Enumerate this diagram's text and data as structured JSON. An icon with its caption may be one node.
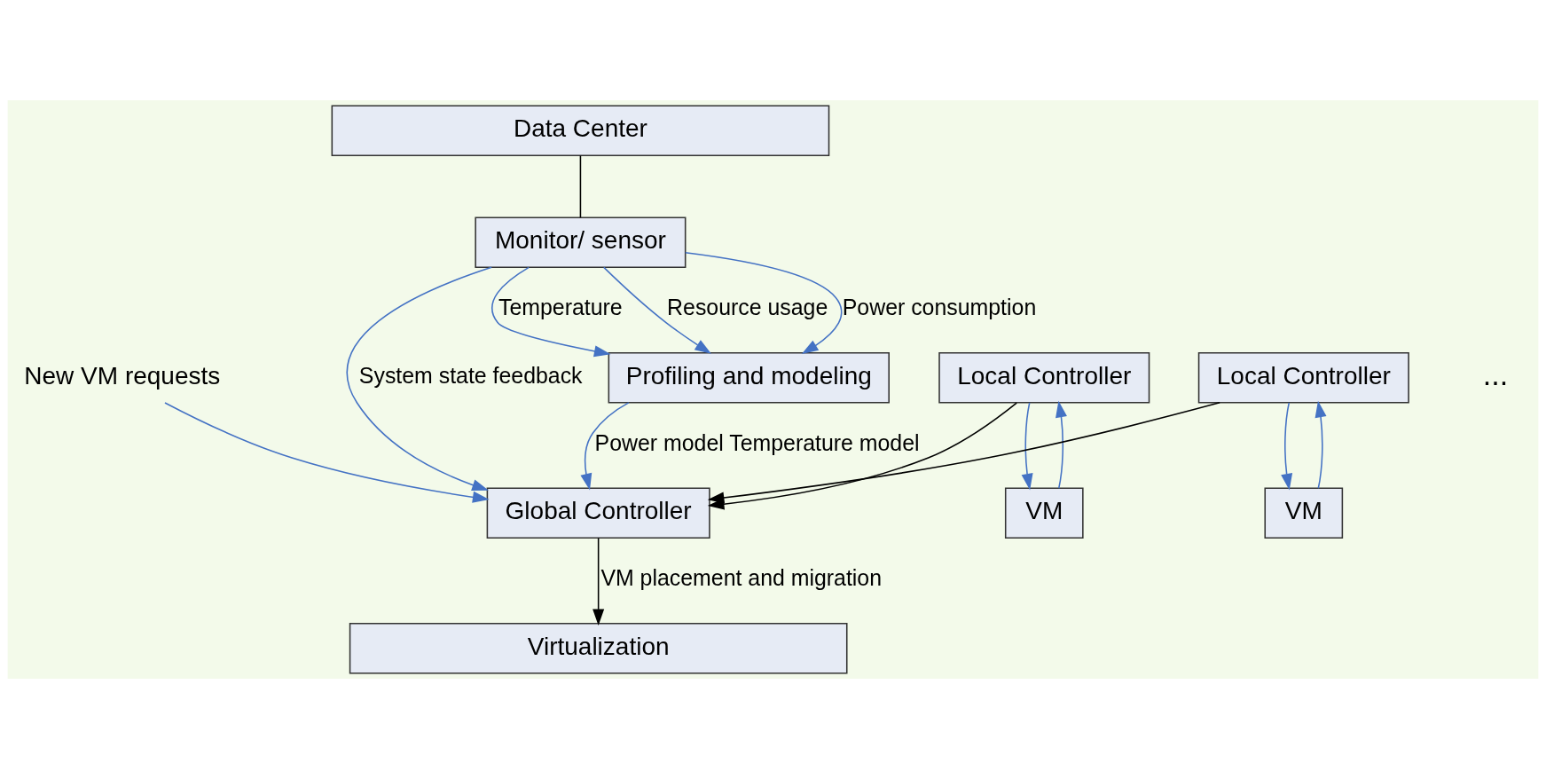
{
  "diagram": {
    "nodes": [
      {
        "text": [
          "New VM requests"
        ]
      },
      {
        "text": [
          "Global Controller"
        ]
      },
      {
        "text": [
          "Local Controller"
        ]
      },
      {
        "text": [
          "VM"
        ]
      },
      {
        "text": [
          "Local Controller"
        ]
      },
      {
        "text": [
          "VM"
        ]
      },
      {
        "text": [
          "Virtualization"
        ]
      },
      {
        "text": [
          "Data Center"
        ]
      },
      {
        "text": [
          "Monitor/ sensor"
        ]
      },
      {
        "text": [
          "Profiling and modeling"
        ]
      }
    ],
    "edges": [
      {
        "from": 0,
        "to": 1,
        "arrow": "to"
      },
      {
        "from": 2,
        "to": 1,
        "arrow": "to",
        "color": "#000000"
      },
      {
        "from": 4,
        "to": 1,
        "arrow": "to",
        "color": "#000000"
      },
      {
        "from": 1,
        "to": 6,
        "arrow": "to",
        "label": "VM placement and migration",
        "color": "#000000"
      },
      {
        "from": 2,
        "to": 3,
        "arrow": "to"
      },
      {
        "from": 3,
        "to": 2,
        "arrow": "to"
      },
      {
        "from": 4,
        "to": 5,
        "arrow": "to"
      },
      {
        "from": 5,
        "to": 4,
        "arrow": "to"
      },
      {
        "from": 8,
        "to": 1,
        "arrow": "to",
        "label": "System state feedback"
      },
      {
        "from": 9,
        "to": 1,
        "arrow": "to",
        "label": "Power model Temperature model"
      },
      {
        "from": 8,
        "to": 9,
        "arrow": "to",
        "label": "Resource usage"
      },
      {
        "from": 8,
        "to": 9,
        "arrow": "to",
        "label": "Power consumption"
      },
      {
        "from": 8,
        "to": 9,
        "arrow": "to",
        "label": "Temperature"
      },
      {
        "from": 7,
        "to": 8,
        "arrow": "none",
        "color": "#000000"
      }
    ],
    "labels": [
      "..."
    ]
  }
}
